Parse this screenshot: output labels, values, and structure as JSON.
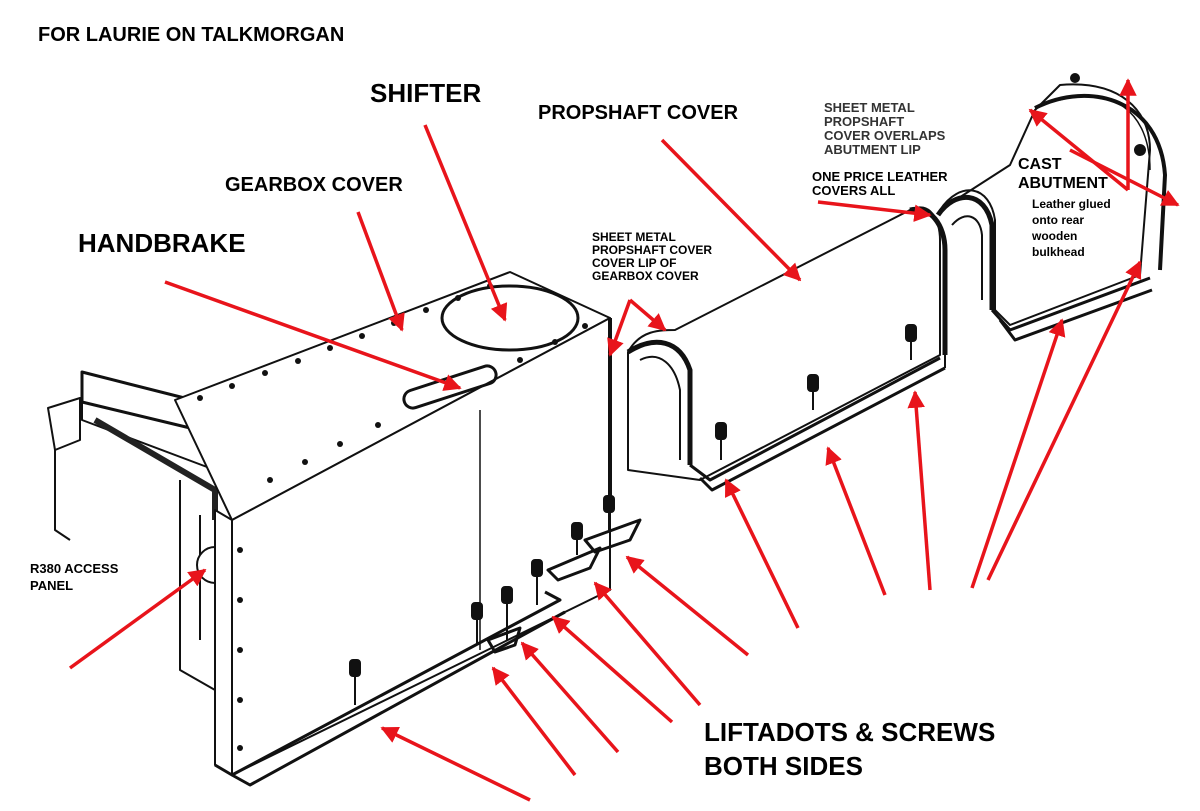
{
  "title": "FOR LAURIE ON TALKMORGAN",
  "labels": {
    "shifter": "SHIFTER",
    "propshaft_cover": "PROPSHAFT COVER",
    "gearbox_cover": "GEARBOX COVER",
    "handbrake": "HANDBRAKE",
    "sheet_metal_abutment": "SHEET METAL\nPROPSHAFT\nCOVER OVERLAPS\nABUTMENT LIP",
    "one_piece_leather": "ONE PRICE LEATHER\nCOVERS ALL",
    "cast_abutment": "CAST\nABUTMENT",
    "leather_glued": "Leather glued\nonto rear\nwooden\nbulkhead",
    "sheet_metal_gearbox": "SHEET METAL\nPROPSHAFT COVER\nCOVER LIP OF\nGEARBOX COVER",
    "r380_access": "R380 ACCESS\nPANEL",
    "liftadots": "LIFTADOTS & SCREWS\nBOTH SIDES"
  },
  "colors": {
    "arrow": "#e8141b",
    "ink": "#111111",
    "background": "#ffffff"
  }
}
